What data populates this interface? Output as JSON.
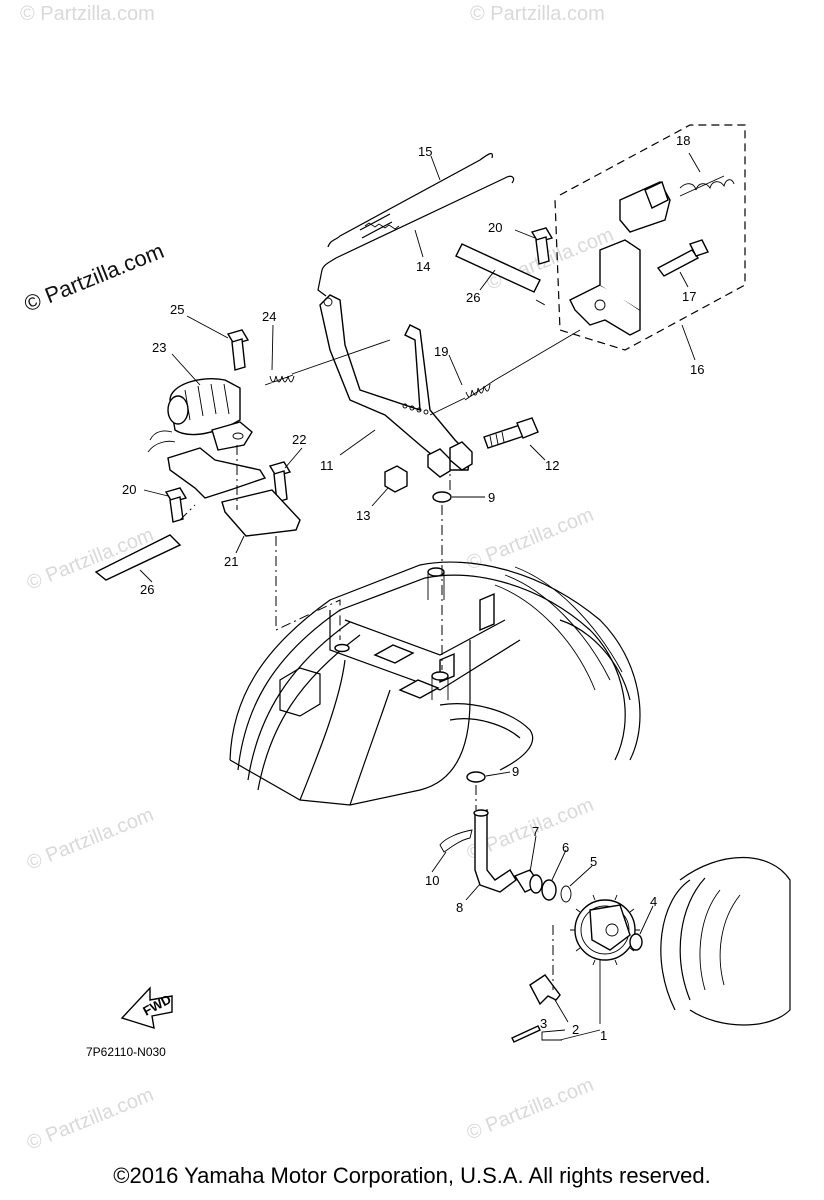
{
  "watermark": {
    "main": "© Partzilla.com",
    "faint": "© Partzilla.com"
  },
  "callouts": {
    "c1": "1",
    "c2": "2",
    "c3": "3",
    "c4": "4",
    "c5": "5",
    "c6": "6",
    "c7": "7",
    "c8": "8",
    "c9a": "9",
    "c9b": "9",
    "c10": "10",
    "c11": "11",
    "c12": "12",
    "c13": "13",
    "c14": "14",
    "c15": "15",
    "c16": "16",
    "c17": "17",
    "c18": "18",
    "c19": "19",
    "c20a": "20",
    "c20b": "20",
    "c21": "21",
    "c22": "22",
    "c23": "23",
    "c24": "24",
    "c25": "25",
    "c26a": "26",
    "c26b": "26"
  },
  "fwd_label": "FWD",
  "diagram_code": "7P62110-N030",
  "copyright": "©2016  Yamaha Motor Corporation, U.S.A. All rights reserved."
}
